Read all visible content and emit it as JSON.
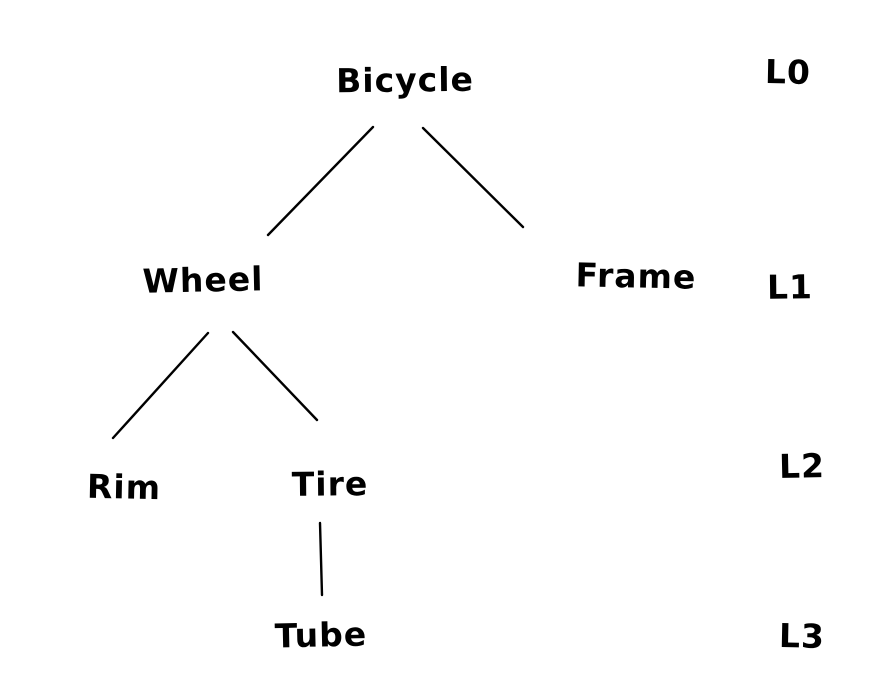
{
  "diagram": {
    "type": "tree",
    "nodes": {
      "bicycle": {
        "label": "Bicycle",
        "level": "L0"
      },
      "wheel": {
        "label": "Wheel",
        "level": "L1"
      },
      "frame": {
        "label": "Frame",
        "level": "L1"
      },
      "rim": {
        "label": "Rim",
        "level": "L2"
      },
      "tire": {
        "label": "Tire",
        "level": "L2"
      },
      "tube": {
        "label": "Tube",
        "level": "L3"
      }
    },
    "edges": [
      {
        "from": "Bicycle",
        "to": "Wheel"
      },
      {
        "from": "Bicycle",
        "to": "Frame"
      },
      {
        "from": "Wheel",
        "to": "Rim"
      },
      {
        "from": "Wheel",
        "to": "Tire"
      },
      {
        "from": "Tire",
        "to": "Tube"
      }
    ],
    "level_labels": {
      "l0": {
        "label": "L0"
      },
      "l1": {
        "label": "L1"
      },
      "l2": {
        "label": "L2"
      },
      "l3": {
        "label": "L3"
      }
    },
    "colors": {
      "ink": "#000000",
      "background": "#ffffff"
    }
  }
}
